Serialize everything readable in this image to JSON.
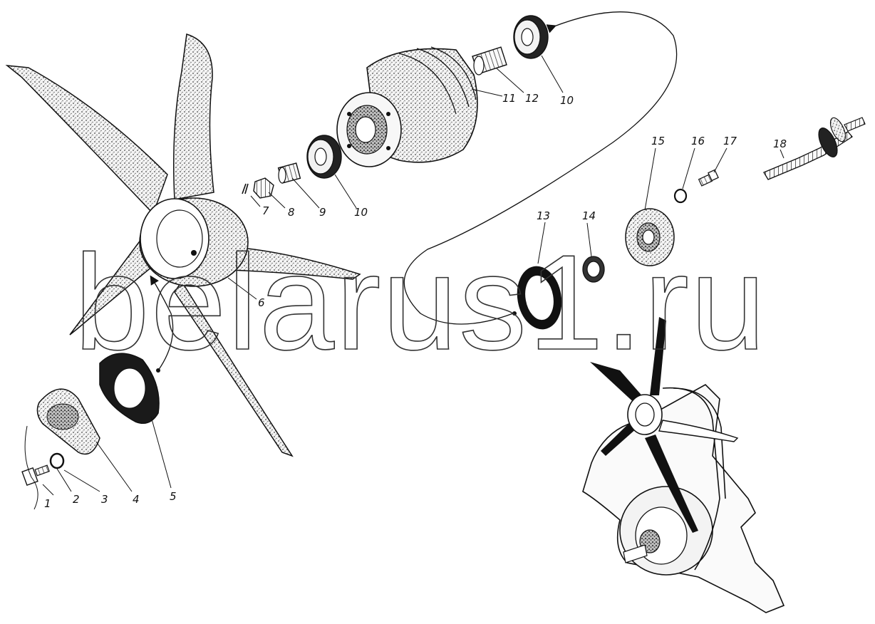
{
  "watermark": "belarus1.ru",
  "labels": {
    "p1": "1",
    "p2": "2",
    "p3": "3",
    "p4": "4",
    "p5": "5",
    "p6": "6",
    "p7": "7",
    "p8": "8",
    "p9": "9",
    "p10a": "10",
    "p10b": "10",
    "p11": "11",
    "p12": "12",
    "p13": "13",
    "p14": "14",
    "p15": "15",
    "p16": "16",
    "p17": "17",
    "p18": "18"
  },
  "colors": {
    "ink": "#111111",
    "paper": "#ffffff",
    "stipple": "#6a6a6a"
  }
}
